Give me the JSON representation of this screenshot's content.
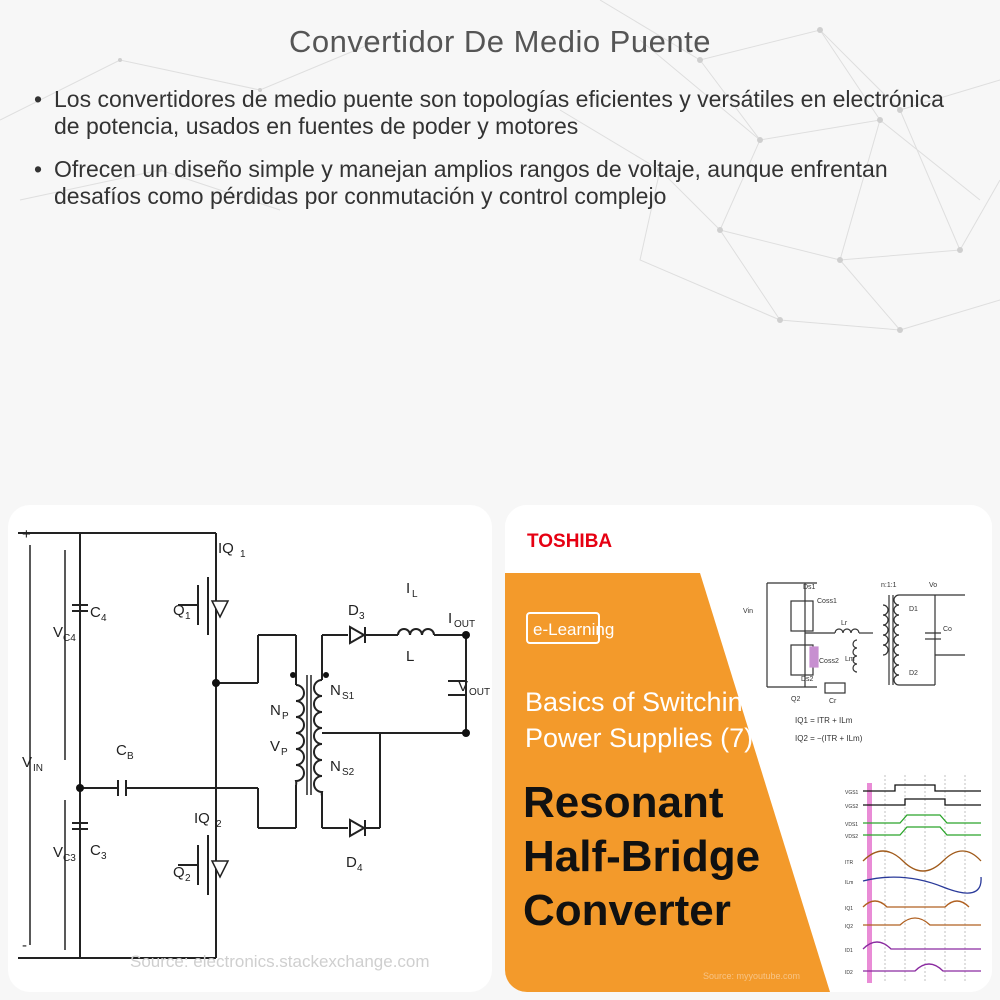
{
  "title": "Convertidor De Medio Puente",
  "bullets": [
    "Los convertidores de medio puente son topologías eficientes y versátiles en electrónica de potencia, usados en fuentes de poder y motores",
    "Ofrecen un diseño simple y manejan amplios rangos de voltaje, aunque enfrentan desafíos como pérdidas por conmutación y control complejo"
  ],
  "bullet_symbol": "•",
  "left_image": {
    "labels": {
      "plus": "+",
      "minus": "-",
      "vin": "V",
      "vin_sub": "IN",
      "vc4": "V",
      "vc4_sub": "C4",
      "c4": "C",
      "c4_sub": "4",
      "vc3": "V",
      "vc3_sub": "C3",
      "c3": "C",
      "c3_sub": "3",
      "cb": "C",
      "cb_sub": "B",
      "iq1": "IQ",
      "iq1_sub": "1",
      "q1": "Q",
      "q1_sub": "1",
      "iq2": "IQ",
      "iq2_sub": "2",
      "q2": "Q",
      "q2_sub": "2",
      "np": "N",
      "np_sub": "P",
      "vp": "V",
      "vp_sub": "P",
      "ns1": "N",
      "ns1_sub": "S1",
      "ns2": "N",
      "ns2_sub": "S2",
      "d3": "D",
      "d3_sub": "3",
      "d4": "D",
      "d4_sub": "4",
      "il": "I",
      "il_sub": "L",
      "l": "L",
      "iout": "I",
      "iout_sub": "OUT",
      "vout": "V",
      "vout_sub": "OUT"
    },
    "source": "Source: electronics.stackexchange.com"
  },
  "right_image": {
    "brand": "TOSHIBA",
    "badge": "e-Learning",
    "subtitle_lines": [
      "Basics of Switching",
      "Power Supplies (7)"
    ],
    "title_lines": [
      "Resonant",
      "Half-Bridge",
      "Converter"
    ],
    "source": "Source: myyoutube.com",
    "colors": {
      "orange": "#f39a2b",
      "brand_red": "#e60012"
    },
    "circuit_labels": {
      "vin": "Vin",
      "ds1": "Ds1",
      "coss1": "Coss1",
      "coss2": "Coss2",
      "ds2": "Ds2",
      "q2": "Q2",
      "lr": "Lr",
      "lm": "Lm",
      "cr": "Cr",
      "ratio": "n:1:1",
      "vo": "Vo",
      "d1": "D1",
      "d2": "D2",
      "co": "Co",
      "eq1": "IQ1 = ITR + ILm",
      "eq2": "IQ2 = −(ITR + ILm)"
    },
    "waveform_labels": [
      "VGS1",
      "VGS2",
      "VDS1",
      "VDS2",
      "ITR",
      "ILm",
      "IQ1",
      "IQ2",
      "ID1",
      "ID2"
    ]
  }
}
